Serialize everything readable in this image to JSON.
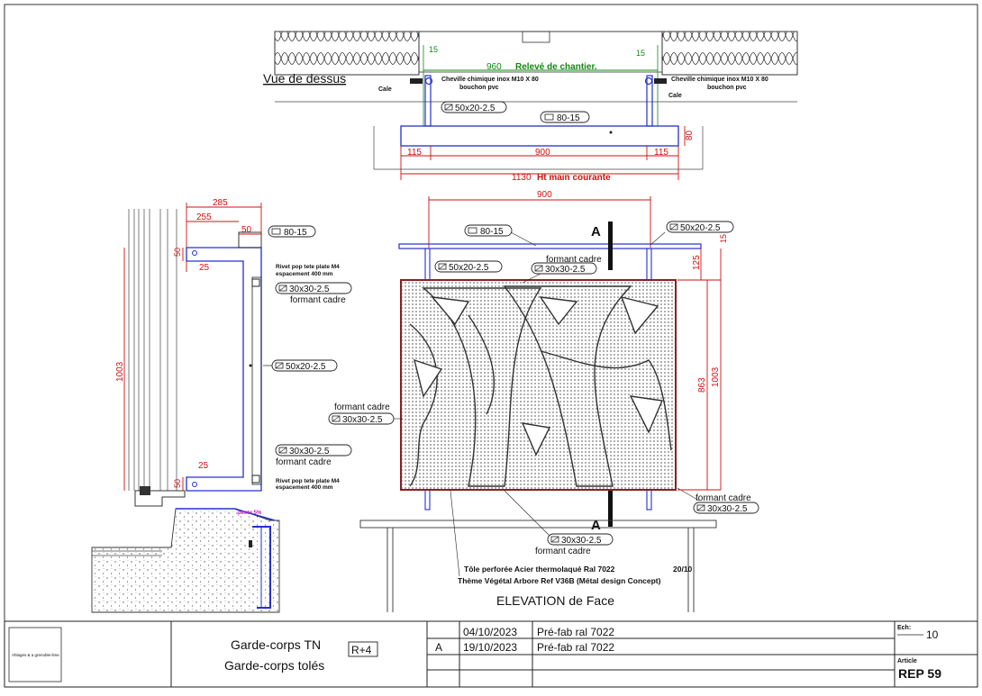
{
  "drawing": {
    "top_view": {
      "title": "Vue de dessus",
      "note_releve": "Relevé de chantier.",
      "dim_960": "960",
      "dim_15_left": "15",
      "dim_15_right": "15",
      "cheville_left_1": "Cheville chimique inox M10 X 80",
      "cheville_left_2": "bouchon pvc",
      "cheville_right_1": "Cheville chimique inox M10 X 80",
      "cheville_right_2": "bouchon pvc",
      "cale_left": "Cale",
      "cale_right": "Cale",
      "tube_label": "50x20-2.5",
      "flat_label": "80-15",
      "dim_115_left": "115",
      "dim_900": "900",
      "dim_115_right": "115",
      "dim_80": "80",
      "dim_1130": "1130",
      "ht_main": "Ht main courante"
    },
    "side_view": {
      "dim_285": "285",
      "dim_255": "255",
      "dim_50_top": "50",
      "flat_label": "80-15",
      "dim_50_left": "50",
      "dim_25_top": "25",
      "dim_1003": "1003",
      "rivet_top_1": "Rivet pop tete plate M4",
      "rivet_top_2": "espacement 400 mm",
      "cadre_top_label": "30x30-2.5",
      "cadre_top_text": "formant cadre",
      "tube_label": "50x20-2.5",
      "cadre_bot_label": "30x30-2.5",
      "cadre_bot_text": "formant cadre",
      "dim_25_bot": "25",
      "dim_50_bot": "50",
      "rivet_bot_1": "Rivet pop tete plate M4",
      "rivet_bot_2": "espacement 400 mm",
      "pente": "pente 5%"
    },
    "elevation": {
      "dim_900": "900",
      "section_top": "A",
      "section_bot": "A",
      "flat_label": "80-15",
      "tube_right": "50x20-2.5",
      "dim_15": "15",
      "dim_125": "125",
      "dim_863": "863",
      "dim_1003": "1003",
      "tube_left": "50x20-2.5",
      "cadre_top_text": "formant cadre",
      "cadre_top_label": "30x30-2.5",
      "cadre_left_text": "formant cadre",
      "cadre_left_label": "30x30-2.5",
      "cadre_right_text": "formant cadre",
      "cadre_right_label": "30x30-2.5",
      "cadre_bot_label": "30x30-2.5",
      "cadre_bot_text": "formant cadre",
      "tole_1": "Tôle perforée Acier thermolaqué Ral 7022",
      "tole_1b": "20/10",
      "tole_2": "Thème Végétal Arbore Ref V36B (Métal design Concept)",
      "title": "ELEVATION de Face"
    }
  },
  "title_block": {
    "logo_text": "Ahlages & a grenoble-lime",
    "project_line1": "Garde-corps TN",
    "level_box": "R+4",
    "project_line2": "Garde-corps tolés",
    "revisions": [
      {
        "index": "",
        "date": "04/10/2023",
        "desc": "Pré-fab ral 7022"
      },
      {
        "index": "A",
        "date": "19/10/2023",
        "desc": "Pré-fab ral 7022"
      }
    ],
    "echelle_label": "Ech:",
    "echelle_value": "10",
    "article_label": "Article",
    "article_value": "REP 59"
  },
  "colors": {
    "dimension": "#d01010",
    "profile": "#2430d0",
    "note": "#138a13",
    "slope": "#c020c0"
  }
}
